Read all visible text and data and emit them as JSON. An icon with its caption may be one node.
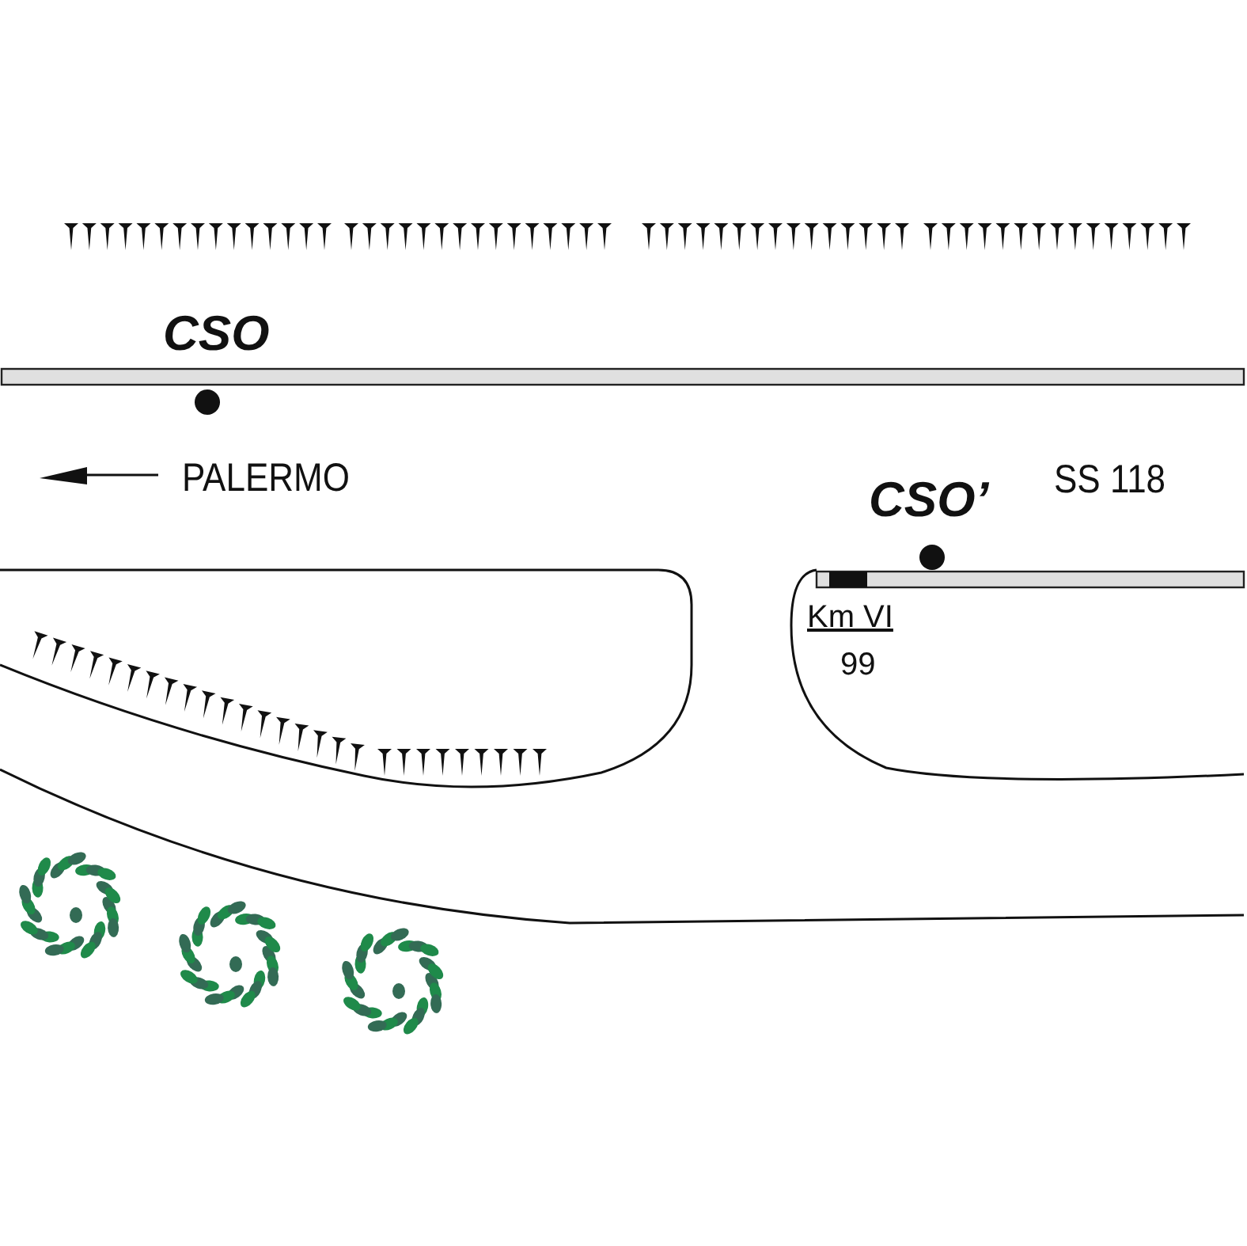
{
  "diagram": {
    "labels": [
      "CSO",
      "PALERMO",
      "SS 118",
      "CSO’",
      "Km VI",
      "99"
    ]
  }
}
